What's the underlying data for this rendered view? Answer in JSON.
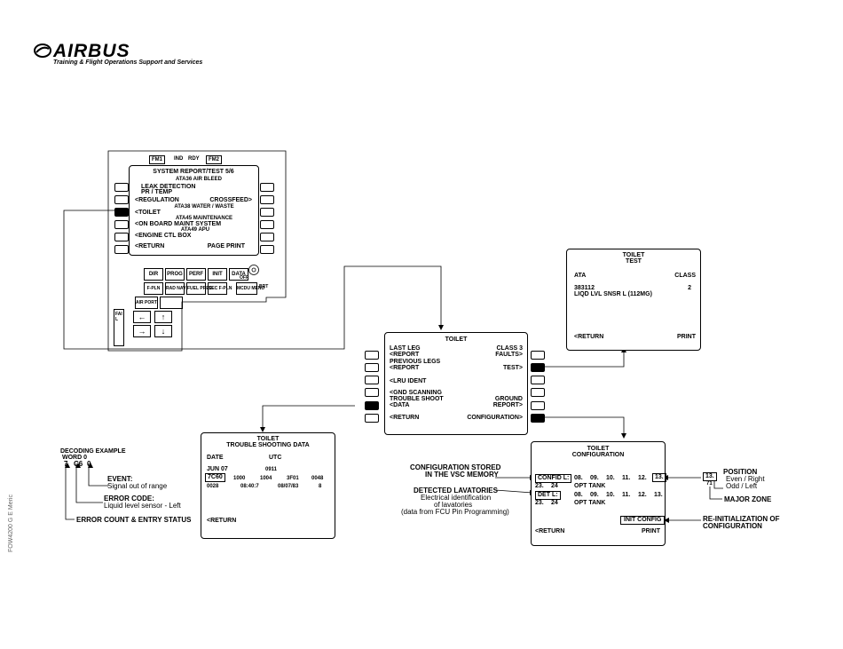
{
  "brand": {
    "logo_text": "AIRBUS",
    "subtitle": "Training & Flight Operations Support and Services",
    "side_code": "FOW4200 G E Meric"
  },
  "mcdu": {
    "annunciators": [
      "FM1",
      "IND",
      "RDY",
      "FM2"
    ],
    "title": "SYSTEM REPORT/TEST 5/6",
    "lines": {
      "ata36": "ATA36 AIR BLEED",
      "leak": "LEAK DETECTION",
      "pr_temp": "PR / TEMP",
      "regulation": "<REGULATION",
      "crossfeed": "CROSSFEED>",
      "ata38": "ATA38 WATER / WASTE",
      "toilet": "<TOILET",
      "ata45": "ATA45 MAINTENANCE",
      "onboard": "<ON BOARD MAINT SYSTEM",
      "ata49": "ATA49 APU",
      "engine": "<ENGINE CTL BOX",
      "return": "<RETURN",
      "page_print": "PAGE PRINT"
    },
    "keys": {
      "row1": [
        "DIR",
        "PROG",
        "PERF",
        "INIT",
        "DATA"
      ],
      "row2": [
        "F-PLN",
        "RAD NAV",
        "FUEL PRED",
        "SEC F-PLN",
        "MCDU MENU"
      ],
      "air": "AIR PORT",
      "brt": "BRT",
      "off": "OFF",
      "fail": "FAIL",
      "arrows": [
        "←",
        "↑",
        "→",
        "↓"
      ]
    }
  },
  "toilet_main": {
    "title": "TOILET",
    "left": [
      "LAST LEG",
      "<REPORT",
      "PREVIOUS LEGS",
      "<REPORT",
      "<LRU IDENT",
      "<GND SCANNING",
      "TROUBLE SHOOT",
      "<DATA",
      "<RETURN"
    ],
    "right": [
      "CLASS 3",
      "FAULTS>",
      "TEST>",
      "GROUND",
      "REPORT>",
      "CONFIGURATION>"
    ]
  },
  "toilet_test": {
    "title": "TOILET",
    "subtitle": "TEST",
    "ata_label": "ATA",
    "class_label": "CLASS",
    "code": "383112",
    "desc": "LIQD LVL SNSR L (112MG)",
    "class_value": "2",
    "return": "<RETURN",
    "print": "PRINT"
  },
  "troubleshoot": {
    "title": "TOILET",
    "subtitle": "TROUBLE SHOOTING DATA",
    "date_label": "DATE",
    "utc_label": "UTC",
    "date": "JUN 07",
    "utc": "0911",
    "row1": [
      "7C60",
      "1000",
      "1004",
      "3F01",
      "0048"
    ],
    "row2": [
      "0028",
      "08:40:7",
      "08/07/83",
      "8"
    ],
    "return": "<RETURN"
  },
  "decoding": {
    "title": "DECODING EXAMPLE",
    "word": "WORD 0",
    "digits": [
      "7",
      "C6",
      "0"
    ],
    "event_label": "EVENT:",
    "event_text": "Signal out of range",
    "error_label": "ERROR CODE:",
    "error_text": "Liquid level sensor - Left",
    "status": "ERROR COUNT & ENTRY STATUS"
  },
  "config": {
    "title": "TOILET",
    "subtitle": "CONFIGURATION",
    "confid_label": "CONFID L:",
    "values1": [
      "08.",
      "09.",
      "10.",
      "11.",
      "12.",
      "13."
    ],
    "row1b": [
      "23.",
      "24",
      "OPT TANK"
    ],
    "det_label": "DET L:",
    "values2": [
      "08.",
      "09.",
      "10.",
      "11.",
      "12.",
      "13."
    ],
    "row2b": [
      "23.",
      "24",
      "OPT TANK"
    ],
    "init": "INIT CONFIG",
    "return": "<RETURN",
    "print": "PRINT"
  },
  "config_annotations": {
    "stored_1": "CONFIGURATION STORED",
    "stored_2": "IN THE VSC MEMORY",
    "detected_1": "DETECTED LAVATORIES",
    "detected_2": "Electrical identification",
    "detected_3": "of lavatories",
    "detected_4": "(data from FCU Pin Programming)",
    "position_code": "13.",
    "position_sub": "71",
    "position_title": "POSITION",
    "position_l1": "Even / Right",
    "position_l2": "Odd / Left",
    "major_zone": "MAJOR ZONE",
    "reinit_1": "RE-INITIALIZATION OF",
    "reinit_2": "CONFIGURATION"
  },
  "colors": {
    "ink": "#000000",
    "paper": "#ffffff"
  }
}
